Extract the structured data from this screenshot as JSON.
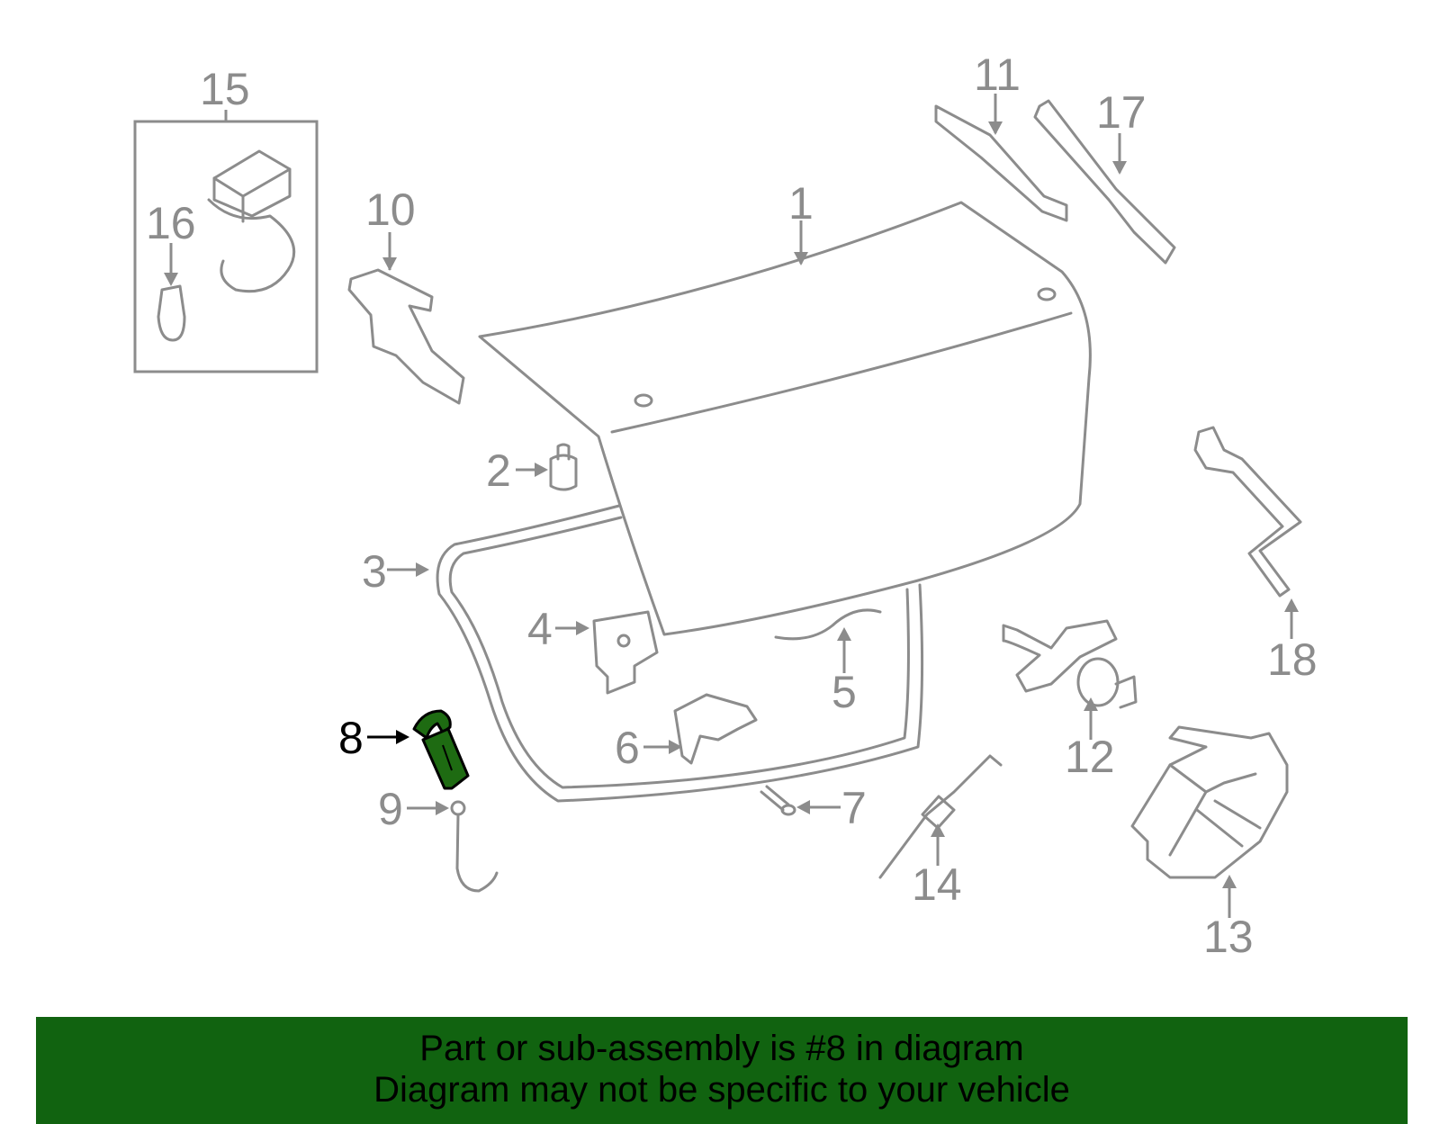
{
  "diagram": {
    "highlight_color": "#1e6b12",
    "callouts": [
      {
        "id": "1",
        "label": "1"
      },
      {
        "id": "2",
        "label": "2"
      },
      {
        "id": "3",
        "label": "3"
      },
      {
        "id": "4",
        "label": "4"
      },
      {
        "id": "5",
        "label": "5"
      },
      {
        "id": "6",
        "label": "6"
      },
      {
        "id": "7",
        "label": "7"
      },
      {
        "id": "8",
        "label": "8",
        "highlighted": true
      },
      {
        "id": "9",
        "label": "9"
      },
      {
        "id": "10",
        "label": "10"
      },
      {
        "id": "11",
        "label": "11"
      },
      {
        "id": "12",
        "label": "12"
      },
      {
        "id": "13",
        "label": "13"
      },
      {
        "id": "14",
        "label": "14"
      },
      {
        "id": "15",
        "label": "15"
      },
      {
        "id": "16",
        "label": "16"
      },
      {
        "id": "17",
        "label": "17"
      },
      {
        "id": "18",
        "label": "18"
      }
    ]
  },
  "banner": {
    "line1": "Part or sub-assembly is #8 in diagram",
    "line2": "Diagram may not be specific to your vehicle",
    "background": "#116310"
  }
}
